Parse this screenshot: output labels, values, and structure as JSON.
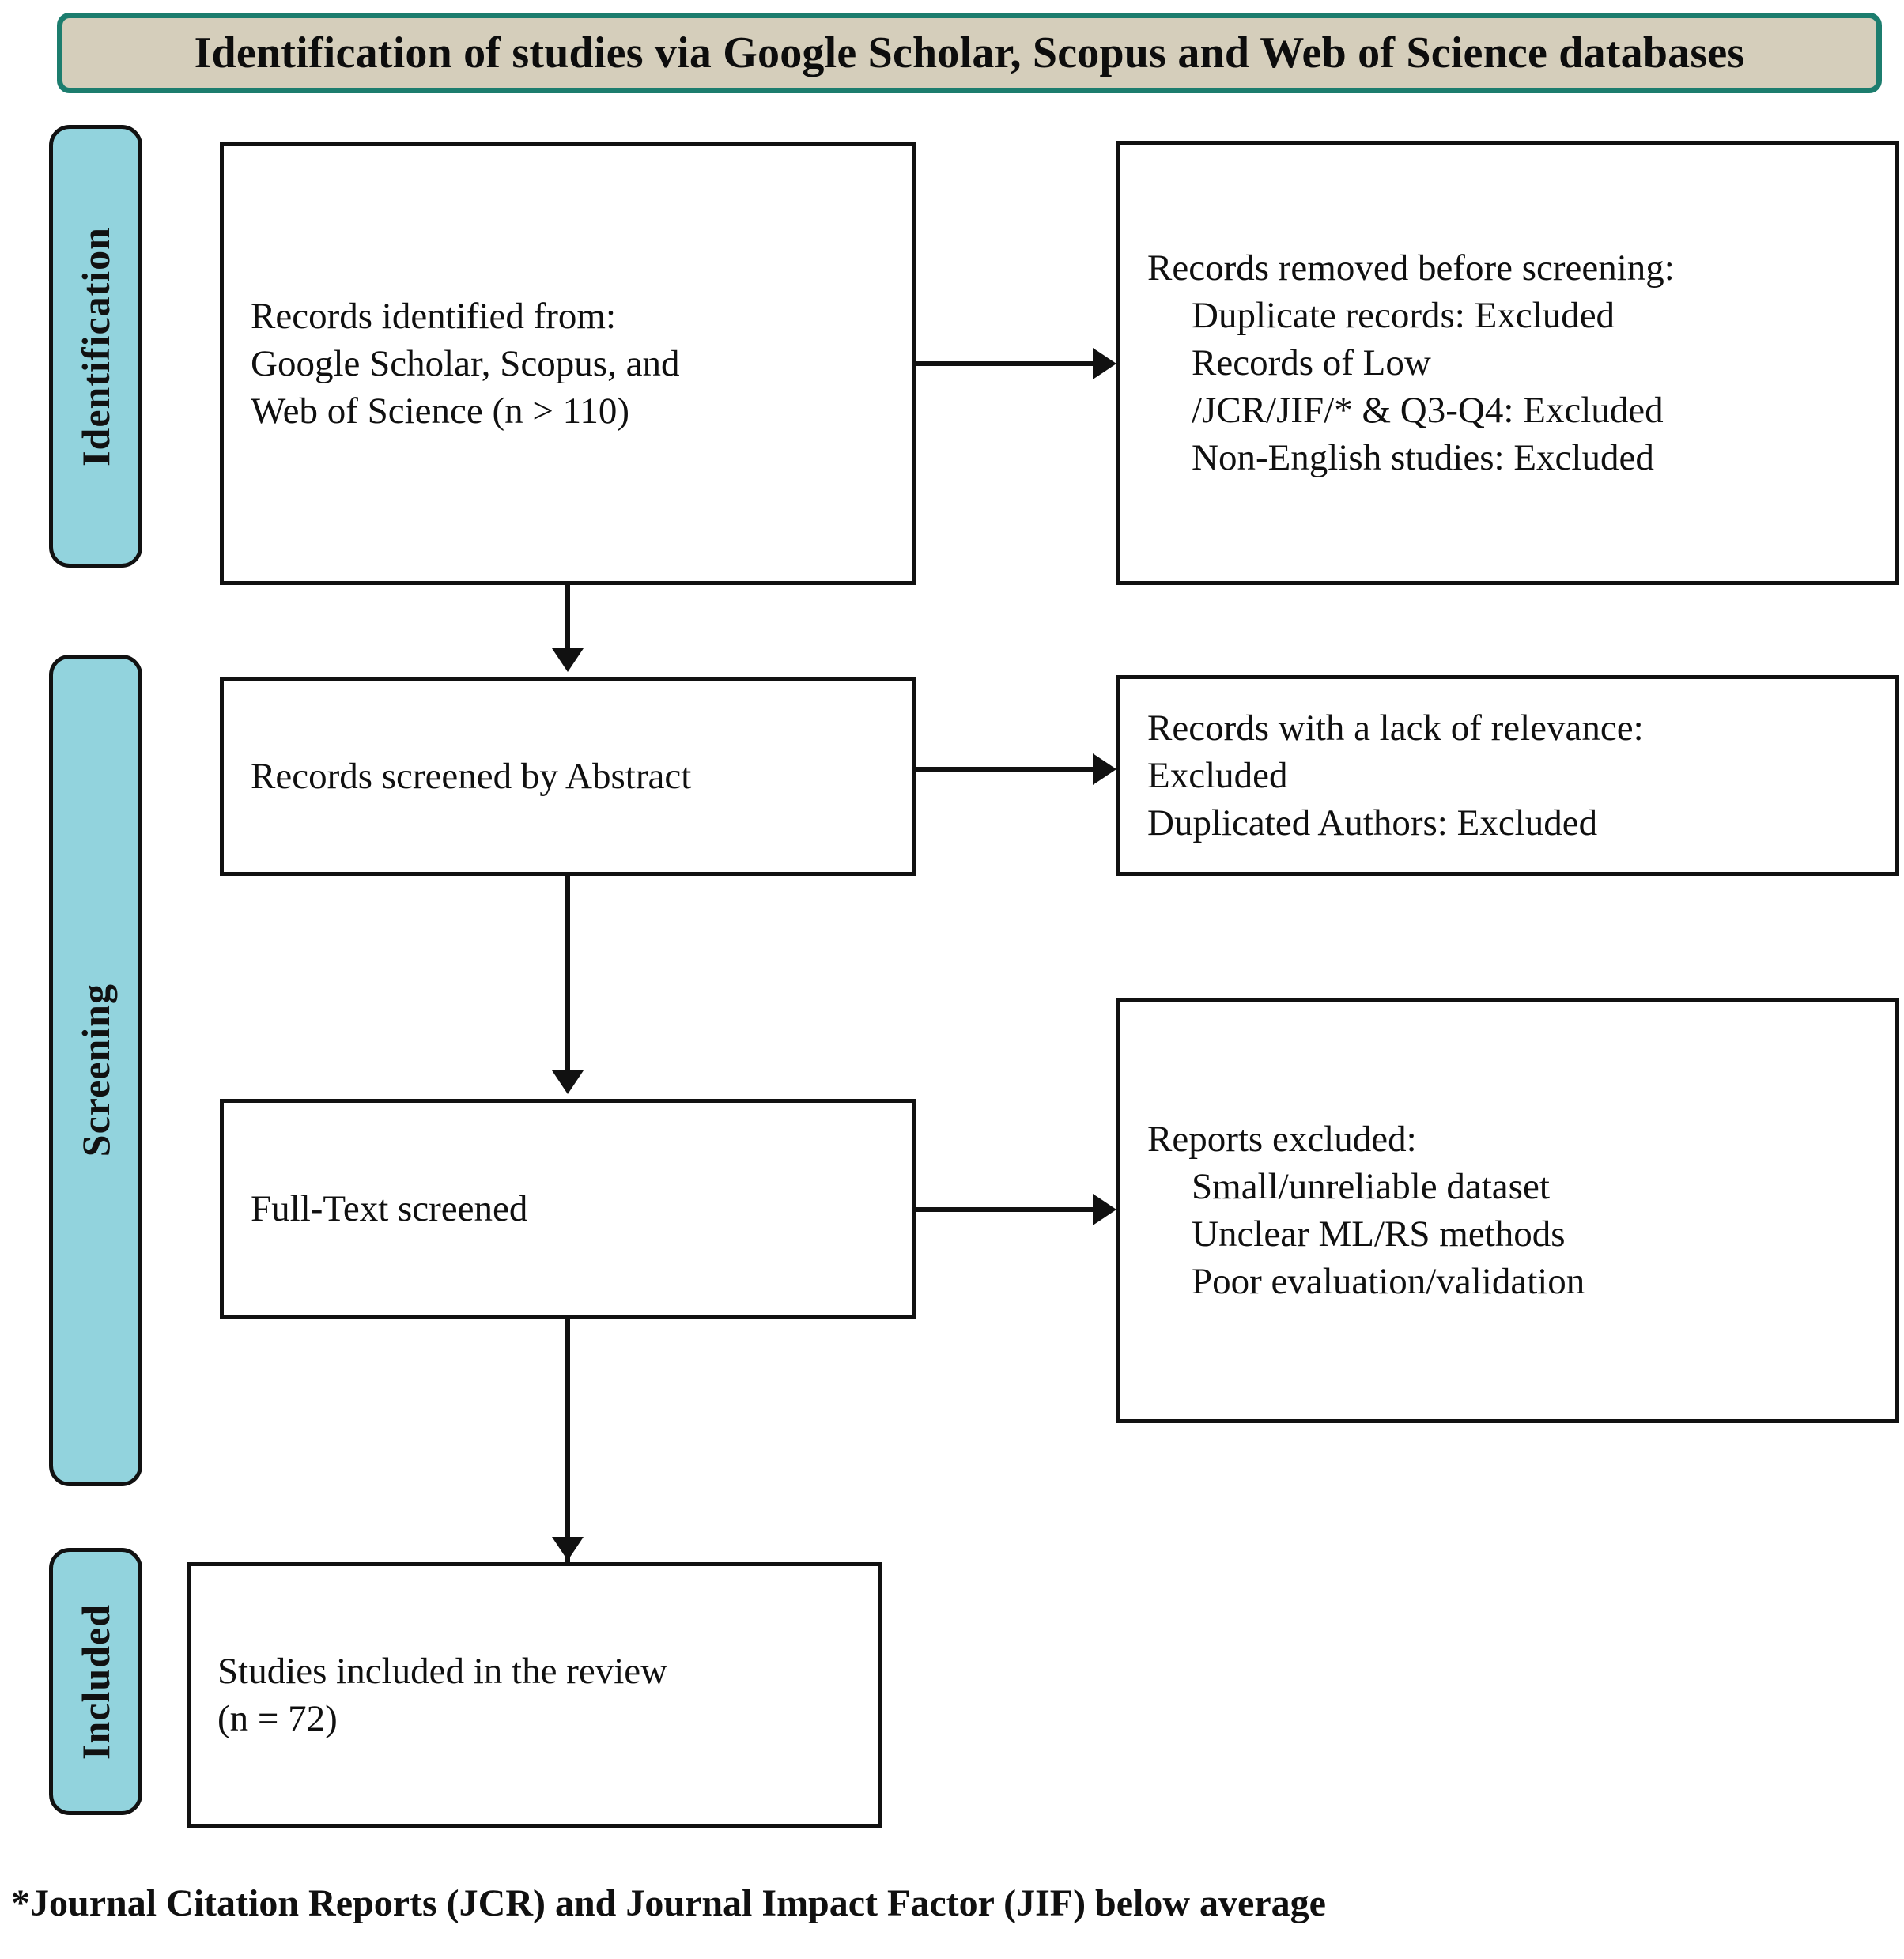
{
  "figure": {
    "type": "prisma-flow-diagram",
    "header_title": "Identification of studies via Google Scholar, Scopus and Web of Science databases",
    "footnote": "*Journal Citation Reports (JCR) and Journal Impact Factor (JIF) below average"
  },
  "colors": {
    "header_fill": "#d5cebb",
    "header_border": "#1c7d6e",
    "stage_pill_fill": "#92d3dd",
    "box_border": "#111111",
    "box_fill": "#ffffff",
    "text": "#101010"
  },
  "stages": [
    {
      "id": "identification",
      "label": "Identification"
    },
    {
      "id": "screening",
      "label": "Screening"
    },
    {
      "id": "included",
      "label": "Included"
    }
  ],
  "boxes": {
    "records_identified": {
      "lines": [
        {
          "text": "Records identified from:",
          "indent": false
        },
        {
          "text": "Google Scholar, Scopus, and",
          "indent": false
        },
        {
          "text": "Web of Science (n > 110)",
          "indent": false
        }
      ]
    },
    "records_removed": {
      "lines": [
        {
          "text": "Records removed before screening:",
          "indent": false
        },
        {
          "text": "Duplicate records: Excluded",
          "indent": true
        },
        {
          "text": "Records of Low",
          "indent": true
        },
        {
          "text": "/JCR/JIF/* & Q3-Q4: Excluded",
          "indent": true
        },
        {
          "text": "Non-English studies: Excluded",
          "indent": true
        }
      ]
    },
    "records_screened": {
      "lines": [
        {
          "text": "Records screened by Abstract",
          "indent": false
        }
      ]
    },
    "lack_relevance": {
      "lines": [
        {
          "text": "Records with a lack of relevance:",
          "indent": false
        },
        {
          "text": "Excluded",
          "indent": false
        },
        {
          "text": "Duplicated Authors: Excluded",
          "indent": false
        }
      ]
    },
    "fulltext_screened": {
      "lines": [
        {
          "text": "Full-Text screened",
          "indent": false
        }
      ]
    },
    "reports_excluded": {
      "lines": [
        {
          "text": "Reports excluded:",
          "indent": false
        },
        {
          "text": "Small/unreliable dataset",
          "indent": true
        },
        {
          "text": "Unclear ML/RS methods",
          "indent": true
        },
        {
          "text": "Poor evaluation/validation",
          "indent": true
        }
      ]
    },
    "studies_included": {
      "lines": [
        {
          "text": "Studies included in the review",
          "indent": false
        },
        {
          "text": "(n = 72)",
          "indent": false
        }
      ]
    }
  },
  "connectors": [
    {
      "id": "identified-to-removed",
      "direction": "right"
    },
    {
      "id": "identified-to-screened",
      "direction": "down"
    },
    {
      "id": "screened-to-relevance",
      "direction": "right"
    },
    {
      "id": "screened-to-fulltext",
      "direction": "down"
    },
    {
      "id": "fulltext-to-reports",
      "direction": "right"
    },
    {
      "id": "fulltext-to-included",
      "direction": "down"
    }
  ]
}
